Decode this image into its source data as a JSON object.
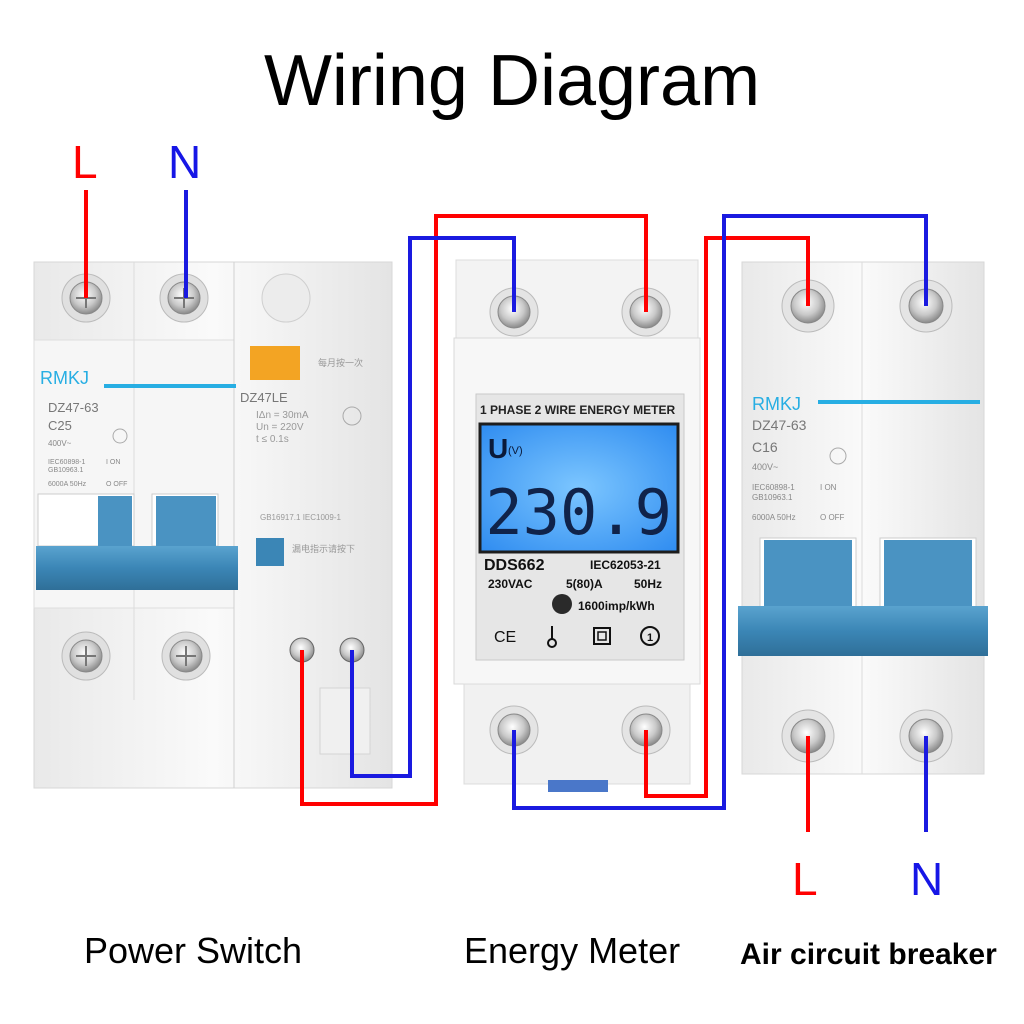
{
  "title": "Wiring Diagram",
  "wires": {
    "top_left_L": "L",
    "top_left_N": "N",
    "bottom_right_L": "L",
    "bottom_right_N": "N"
  },
  "colors": {
    "live": "#ff0000",
    "neutral": "#1a1ae0",
    "device_body": "#f2f2f2",
    "handle": "#3a85b5",
    "lcd": "#4aa8ff"
  },
  "captions": {
    "left": "Power Switch",
    "middle": "Energy Meter",
    "right": "Air circuit breaker"
  },
  "power_switch": {
    "brand": "RMKJ",
    "model": "DZ47-63",
    "rating": "C25",
    "voltage": "400V~",
    "std1": "IEC60898-1",
    "std2": "GB10963.1",
    "capacity": "6000A 50Hz",
    "on": "I ON",
    "off": "O OFF",
    "rcd_model": "DZ47LE",
    "rcd_idn": "IΔn = 30mA",
    "rcd_un": "Un = 220V",
    "rcd_t": "t ≤ 0.1s",
    "rcd_std": "GB16917.1  IEC1009-1",
    "rcd_note_top": "每月按一次",
    "rcd_note_bottom": "漏电指示请按下"
  },
  "meter": {
    "header": "1 PHASE 2 WIRE ENERGY METER",
    "unit_letter": "U",
    "unit": "(V)",
    "reading": "230.9",
    "model": "DDS662",
    "standard": "IEC62053-21",
    "voltage": "230VAC",
    "current": "5(80)A",
    "freq": "50Hz",
    "constant": "1600imp/kWh",
    "ce": "CE",
    "class": "1"
  },
  "breaker": {
    "brand": "RMKJ",
    "model": "DZ47-63",
    "rating": "C16",
    "voltage": "400V~",
    "std1": "IEC60898-1",
    "std2": "GB10963.1",
    "capacity": "6000A 50Hz",
    "on": "I ON",
    "off": "O OFF"
  }
}
